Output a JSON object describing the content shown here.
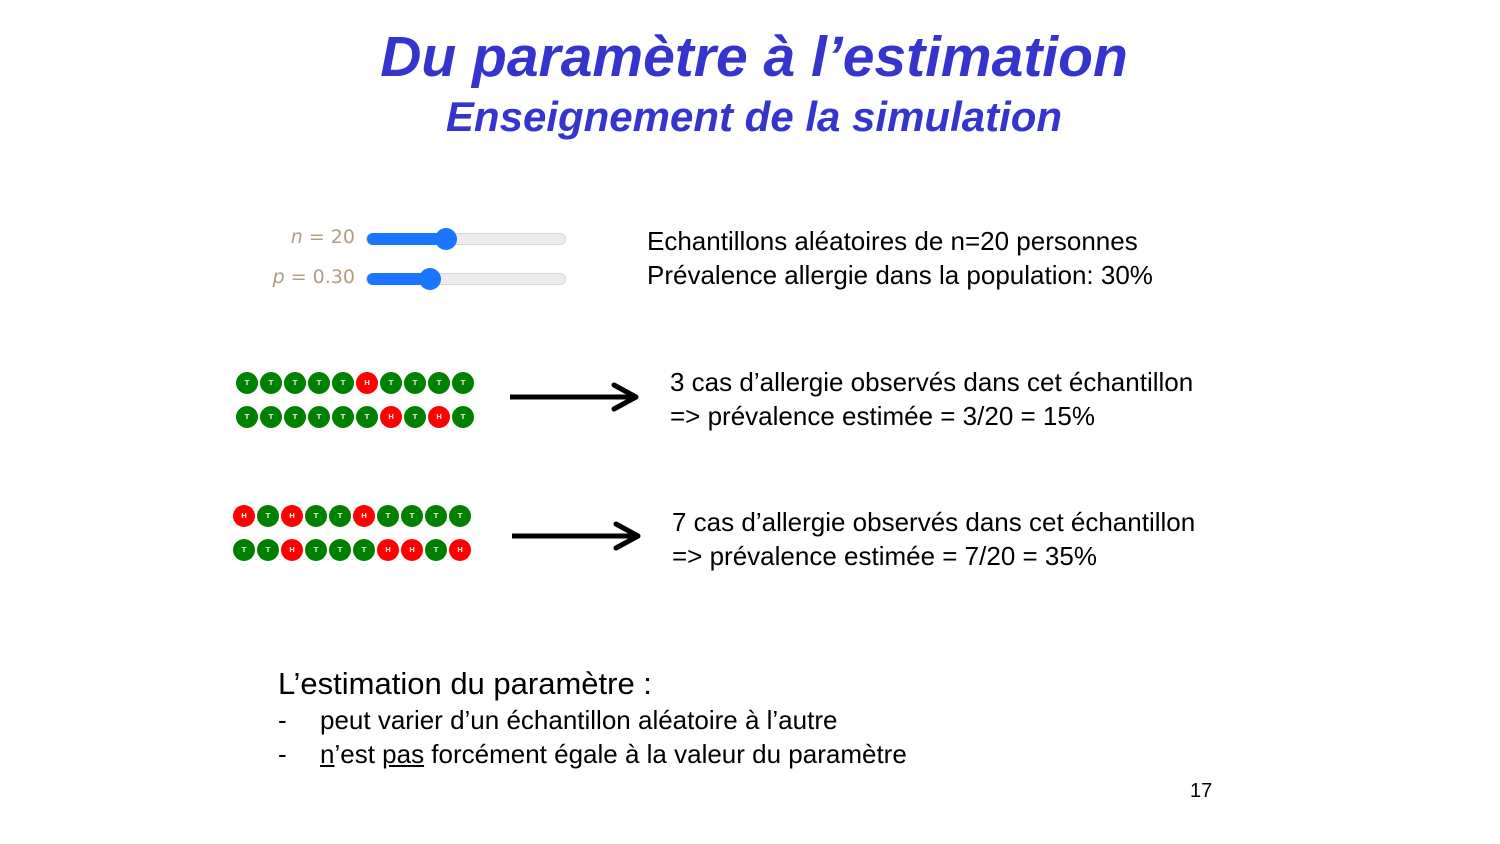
{
  "slide": {
    "title": "Du paramètre à l’estimation",
    "subtitle": "Enseignement de la simulation",
    "page_number": "17",
    "colors": {
      "title": "#3535cd",
      "slider": "#1a75ff",
      "heads": "#ff0000",
      "tails": "#008000"
    }
  },
  "sliders": {
    "n": {
      "var": "n",
      "label_rest": " = 20",
      "value": 20,
      "fill_pct": 38
    },
    "p": {
      "var": "p",
      "label_rest": " = 0.30",
      "value": 0.3,
      "fill_pct": 30
    }
  },
  "setup_text": {
    "line1": "Echantillons aléatoires de n=20 personnes",
    "line2": "Prévalence allergie dans la population: 30%"
  },
  "samples": [
    {
      "rows": [
        [
          "T",
          "T",
          "T",
          "T",
          "T",
          "H",
          "T",
          "T",
          "T",
          "T"
        ],
        [
          "T",
          "T",
          "T",
          "T",
          "T",
          "T",
          "H",
          "T",
          "H",
          "T"
        ]
      ],
      "line1": "3 cas d’allergie observés dans cet échantillon",
      "line2": "=> prévalence estimée = 3/20 = 15%"
    },
    {
      "rows": [
        [
          "H",
          "T",
          "H",
          "T",
          "T",
          "H",
          "T",
          "T",
          "T",
          "T"
        ],
        [
          "T",
          "T",
          "H",
          "T",
          "T",
          "T",
          "H",
          "H",
          "T",
          "H"
        ]
      ],
      "line1": "7 cas d’allergie observés dans cet échantillon",
      "line2": "=> prévalence estimée = 7/20 = 35%"
    }
  ],
  "conclusion": {
    "heading": "L’estimation du paramètre :",
    "bullet_dash": "-",
    "bullet1": "peut varier d’un échantillon aléatoire à l’autre",
    "bullet2_u1": "n",
    "bullet2_t1": "’est ",
    "bullet2_u2": "pas",
    "bullet2_t2": " forcément égale à la valeur du paramètre"
  }
}
